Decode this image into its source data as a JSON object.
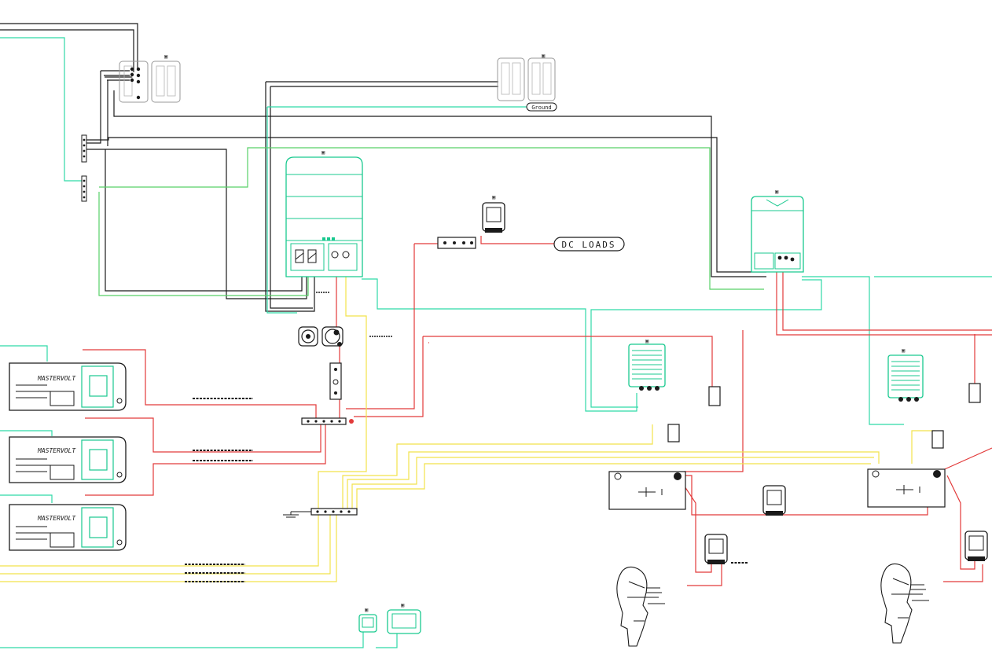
{
  "labels": {
    "dc_loads": "DC LOADS",
    "ground": "Ground",
    "brand": "MASTERVOLT"
  },
  "colors": {
    "background": "#ffffff",
    "wire_black": "#1a1a1a",
    "wire_green": "#2fd9a8",
    "wire_red": "#e23a3a",
    "wire_yellow": "#f2e24a",
    "wire_lime": "#58d067",
    "component_green": "#19c98f",
    "component_gray": "#9a9a9a",
    "outline": "#222222"
  },
  "icons": {
    "inverter_charger": "inverter-charger-icon",
    "battery_monitor": "battery-monitor-icon",
    "battery_switch": "battery-switch-icon",
    "busbar": "busbar-icon",
    "battery": "battery-icon",
    "outboard_engine": "outboard-engine-icon",
    "switch_panel": "switch-panel-icon",
    "dc_charger": "dc-dc-charger-icon",
    "display": "display-panel-icon",
    "ground_symbol": "ground-symbol-icon"
  }
}
